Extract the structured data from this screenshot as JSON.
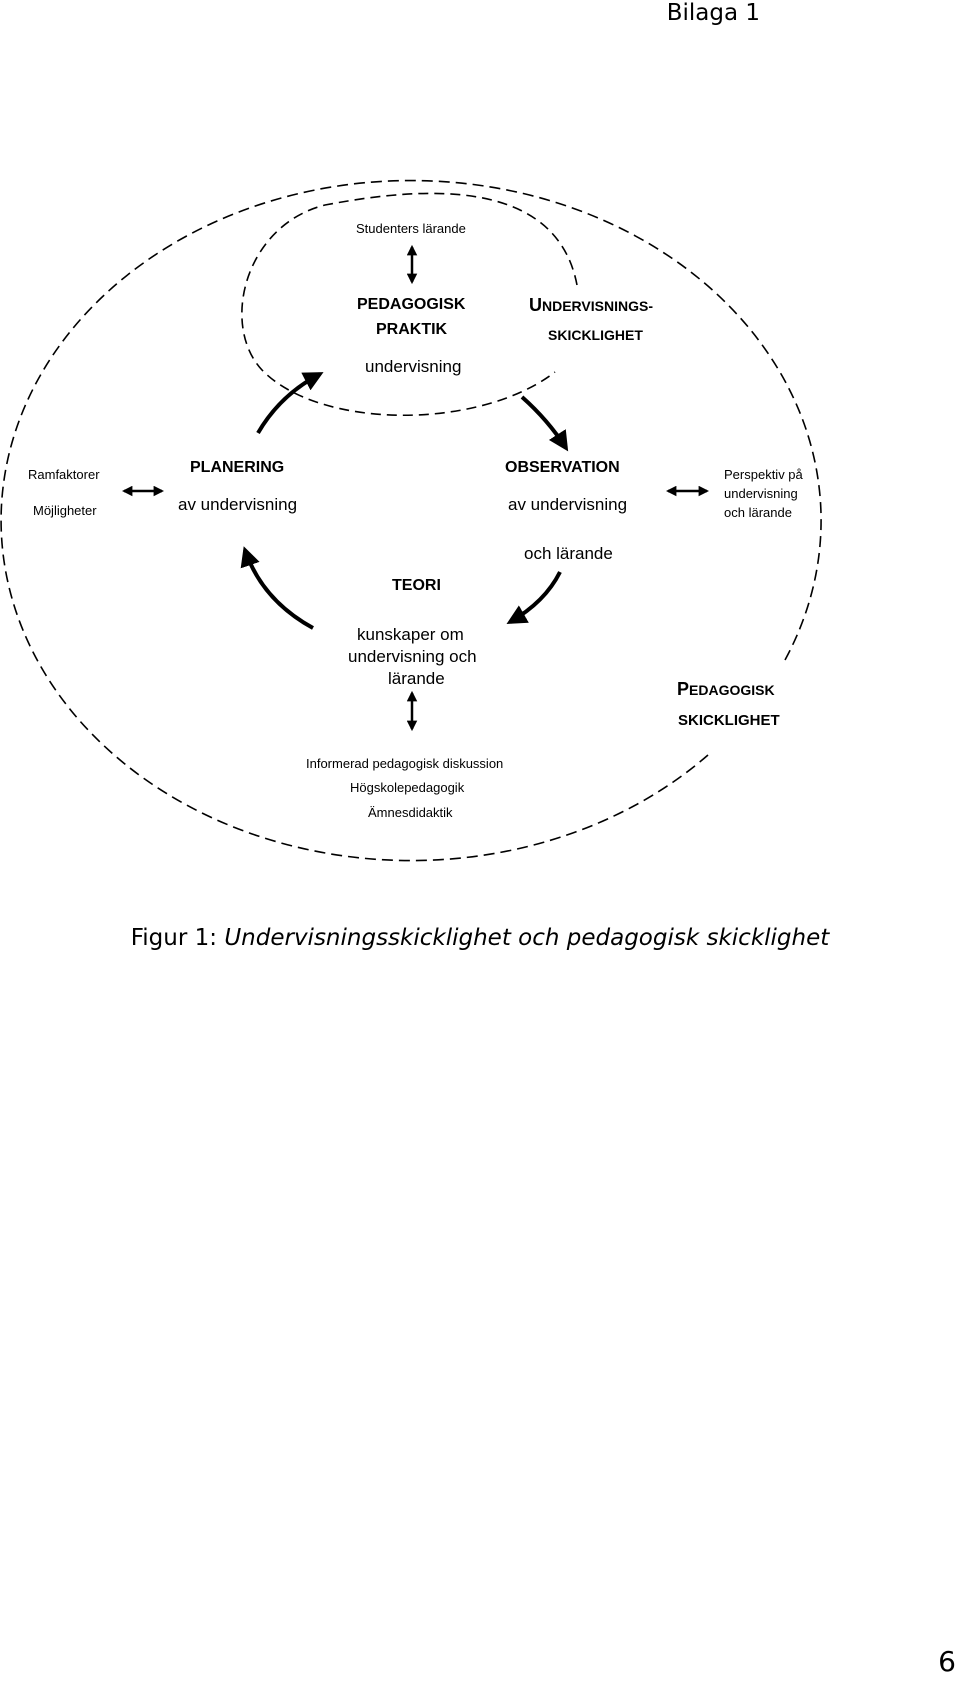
{
  "header": {
    "label": "Bilaga 1"
  },
  "diagram": {
    "inner_top": "Studenters lärande",
    "practice": {
      "title_line1": "PEDAGOGISK",
      "title_line2": "PRAKTIK",
      "subtitle": "undervisning"
    },
    "teaching_skill": {
      "line1_initial": "U",
      "line1_rest": "NDERVISNINGS-",
      "line2": "SKICKLIGHET"
    },
    "left_outer": {
      "line1": "Ramfaktorer",
      "line2": "Möjligheter"
    },
    "planning": {
      "title": "PLANERING",
      "subtitle": "av undervisning"
    },
    "observation": {
      "title": "OBSERVATION",
      "subtitle": "av undervisning",
      "subtitle2": "och lärande"
    },
    "right_outer": {
      "line1": "Perspektiv på",
      "line2": "undervisning",
      "line3": "och lärande"
    },
    "theory": {
      "title": "TEORI",
      "line1": "kunskaper om",
      "line2": "undervisning och",
      "line3": "lärande"
    },
    "pedagogical_skill": {
      "line1_initial": "P",
      "line1_rest": "EDAGOGISK",
      "line2": "SKICKLIGHET"
    },
    "bottom": {
      "line1": "Informerad pedagogisk diskussion",
      "line2": "Högskolepedagogik",
      "line3": "Ämnesdidaktik"
    }
  },
  "caption": {
    "prefix": "Figur 1: ",
    "italic": "Undervisningsskicklighet och pedagogisk skicklighet"
  },
  "page_number": "6"
}
